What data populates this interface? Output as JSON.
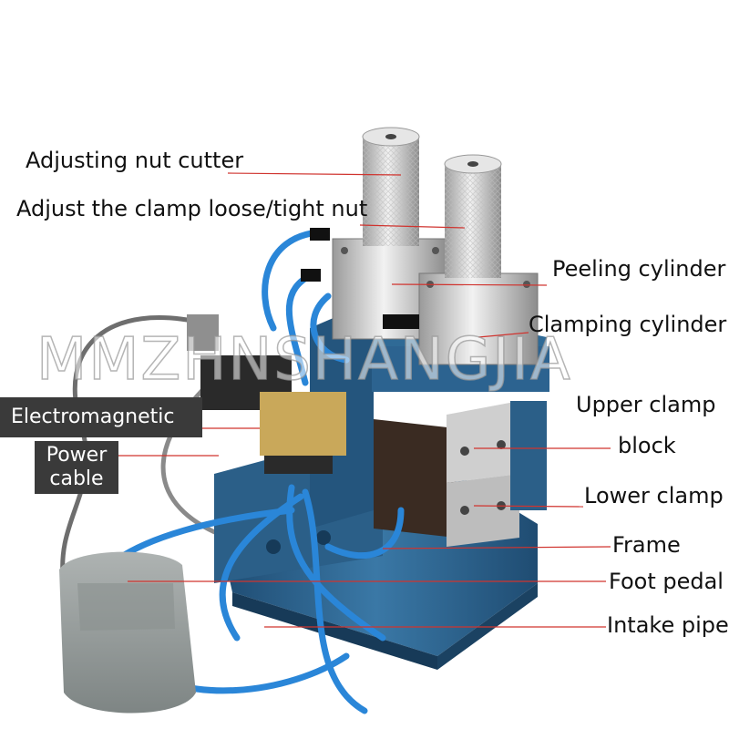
{
  "labels": {
    "adjusting_nut_cutter": "Adjusting nut cutter",
    "adjust_clamp_nut": "Adjust the clamp loose/tight nut",
    "peeling_cylinder": "Peeling cylinder",
    "clamping_cylinder": "Clamping cylinder",
    "upper_clamp_line1": "Upper clamp",
    "upper_clamp_line2": "block",
    "lower_clamp": "Lower clamp",
    "frame": "Frame",
    "foot_pedal": "Foot pedal",
    "intake_pipe": "Intake pipe",
    "electromagnetic": "Electromagnetic",
    "power_line1": "Power",
    "power_line2": "cable"
  },
  "watermark": "MMZHNSHANGJIA",
  "colors": {
    "machine_blue": "#2b5f88",
    "hose_blue": "#2a86d8",
    "leader_red": "#d0342f",
    "label_box": "#3a3a3a"
  }
}
